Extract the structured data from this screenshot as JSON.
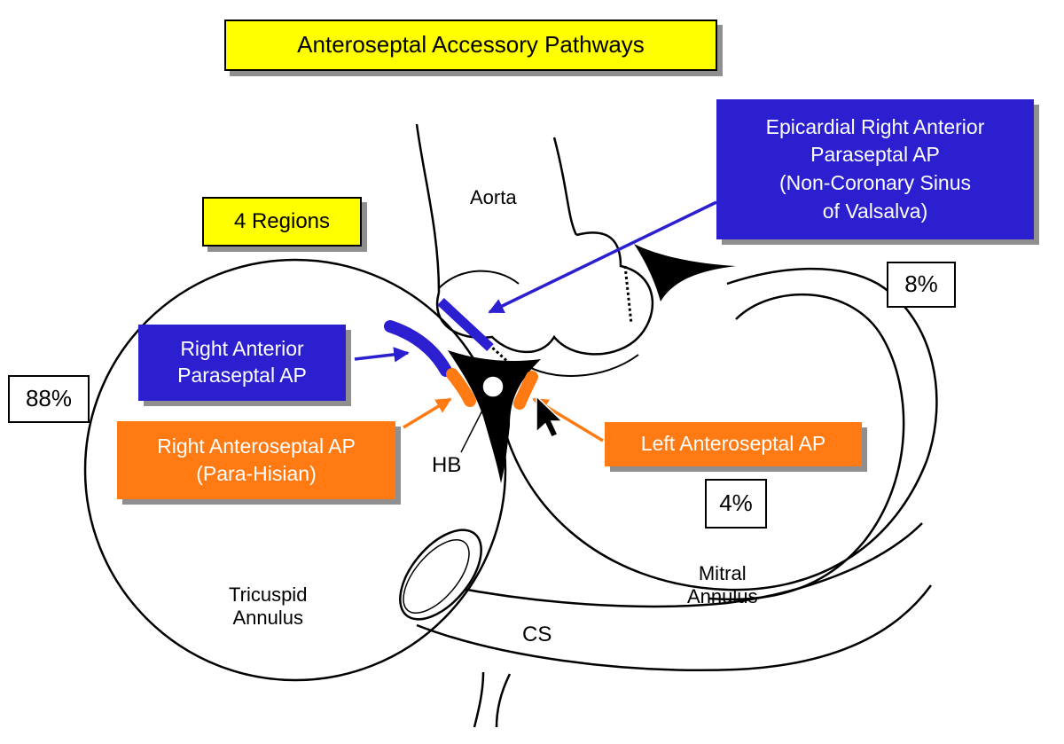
{
  "title": "Anteroseptal Accessory Pathways",
  "regions_label": "4 Regions",
  "callouts": {
    "epicardial": {
      "lines": [
        "Epicardial Right Anterior",
        "Paraseptal AP",
        "(Non-Coronary Sinus",
        "of Valsalva)"
      ],
      "percent": "8%"
    },
    "right_anterior_paraseptal": {
      "lines": [
        "Right Anterior",
        "Paraseptal AP"
      ],
      "percent": "88%"
    },
    "right_anteroseptal": {
      "lines": [
        "Right Anteroseptal AP",
        "(Para-Hisian)"
      ]
    },
    "left_anteroseptal": {
      "lines": [
        "Left Anteroseptal AP"
      ],
      "percent": "4%"
    }
  },
  "anatomy": {
    "aorta": "Aorta",
    "hb": "HB",
    "cs": "CS",
    "tricuspid": [
      "Tricuspid",
      "Annulus"
    ],
    "mitral": [
      "Mitral",
      "Annulus"
    ]
  },
  "colors": {
    "title_bg": "#ffff00",
    "blue_box": "#2b1fd0",
    "orange_box": "#ff7a12",
    "blue_arrow": "#2b1fd0",
    "orange_arrow": "#ff7a12"
  }
}
